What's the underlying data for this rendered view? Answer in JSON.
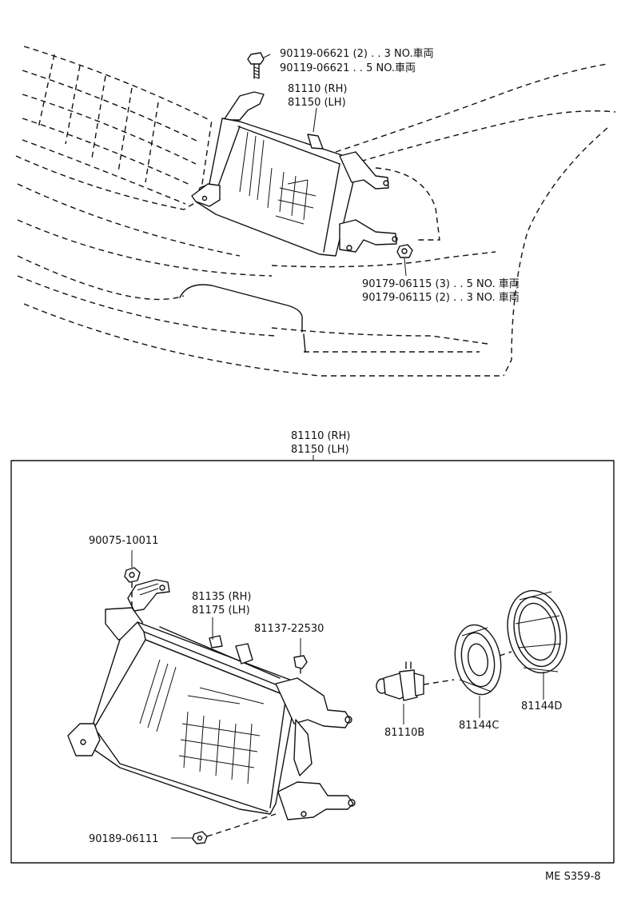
{
  "top_labels": {
    "bolt_3no": "90119-06621 (2) . . 3 NO.車両",
    "bolt_5no": "90119-06621 . . 5 NO.車両",
    "headlamp_rh": "81110 (RH)",
    "headlamp_lh": "81150 (LH)",
    "nut_5no": "90179-06115 (3) . . 5 NO. 車両",
    "nut_3no": "90179-06115 (2) . . 3 NO. 車両"
  },
  "box_title": {
    "rh": "81110 (RH)",
    "lh": "81150 (LH)"
  },
  "parts": {
    "screw_top": "90075-10011",
    "lens_rh": "81135 (RH)",
    "lens_lh": "81175 (LH)",
    "clip": "81137-22530",
    "bulb": "81110B",
    "socket_c": "81144C",
    "socket_d": "81144D",
    "nut_bottom": "90189-06111"
  },
  "diagram_code": "ME S359-8"
}
